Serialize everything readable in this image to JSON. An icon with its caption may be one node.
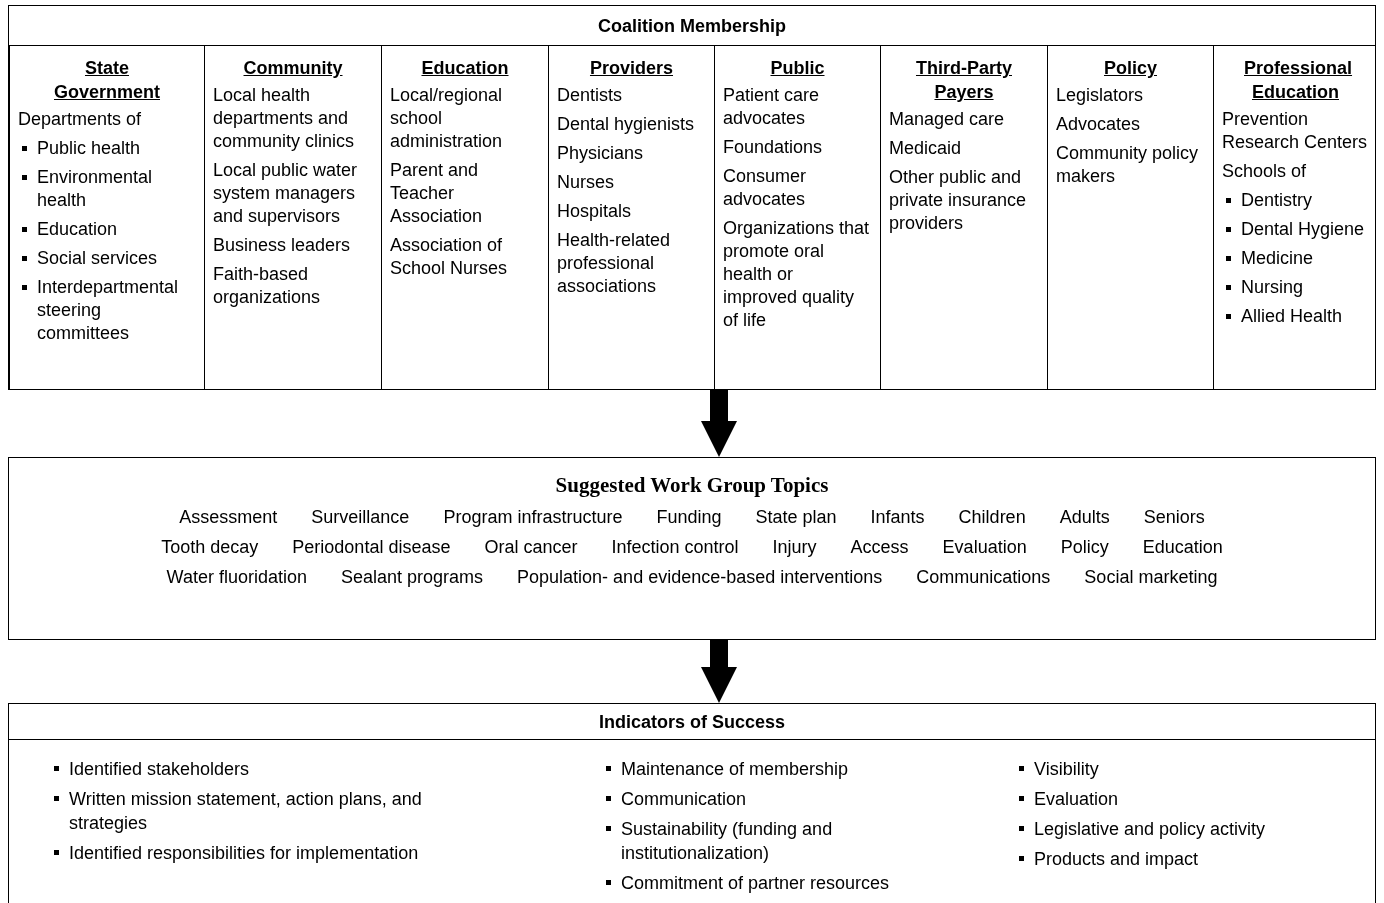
{
  "diagram": {
    "nodes": [
      {
        "text": [
          "Coalition Membership"
        ]
      },
      {
        "text": [
          "State Government",
          "Departments of",
          "Public health",
          "Environmental health",
          "Education",
          "Social services",
          "Interdepartmental steering committees"
        ],
        "in": 0
      },
      {
        "text": [
          "Community",
          "Local health departments and community clinics",
          "Local public water system managers and supervisors",
          "Business leaders",
          "Faith-based organizations"
        ],
        "in": 0
      },
      {
        "text": [
          "Education",
          "Local/regional school administration",
          "Parent and Teacher Association",
          "Association of School Nurses"
        ],
        "in": 0
      },
      {
        "text": [
          "Providers",
          "Dentists",
          "Dental hygienists",
          "Physicians",
          "Nurses",
          "Hospitals",
          "Health-related professional associations"
        ],
        "in": 0
      },
      {
        "text": [
          "Public",
          "Patient care advocates",
          "Foundations",
          "Consumer advocates",
          "Organizations that promote oral health or improved quality of life"
        ],
        "in": 0
      },
      {
        "text": [
          "Third-Party Payers",
          "Managed care",
          "Medicaid",
          "Other public and private insurance providers"
        ],
        "in": 0
      },
      {
        "text": [
          "Policy",
          "Legislators",
          "Advocates",
          "Community policy makers"
        ],
        "in": 0
      },
      {
        "text": [
          "Professional Education",
          "Prevention Research Centers",
          "Schools of",
          "Dentistry",
          "Dental Hygiene",
          "Medicine",
          "Nursing",
          "Allied Health"
        ],
        "in": 0
      },
      {
        "text": [
          "Suggested Work Group Topics",
          "Assessment",
          "Surveillance",
          "Program infrastructure",
          "Funding",
          "State plan",
          "Infants",
          "Children",
          "Adults",
          "Seniors",
          "Tooth decay",
          "Periodontal disease",
          "Oral cancer",
          "Infection control",
          "Injury",
          "Access",
          "Evaluation",
          "Policy",
          "Education",
          "Water fluoridation",
          "Sealant programs",
          "Population- and evidence-based interventions",
          "Communications",
          "Social marketing"
        ]
      },
      {
        "text": [
          "Indicators of Success",
          "Identified stakeholders",
          "Written mission statement, action plans, and strategies",
          "Identified responsibilities for implementation",
          "Maintenance of membership",
          "Communication",
          "Sustainability (funding and institutionalization)",
          "Commitment of partner resources",
          "Visibility",
          "Evaluation",
          "Legislative and policy activity",
          "Products and impact"
        ]
      }
    ],
    "edges": [
      {
        "from": 0,
        "to": 9,
        "arrow": "to"
      },
      {
        "from": 9,
        "to": 10,
        "arrow": "to"
      }
    ]
  }
}
